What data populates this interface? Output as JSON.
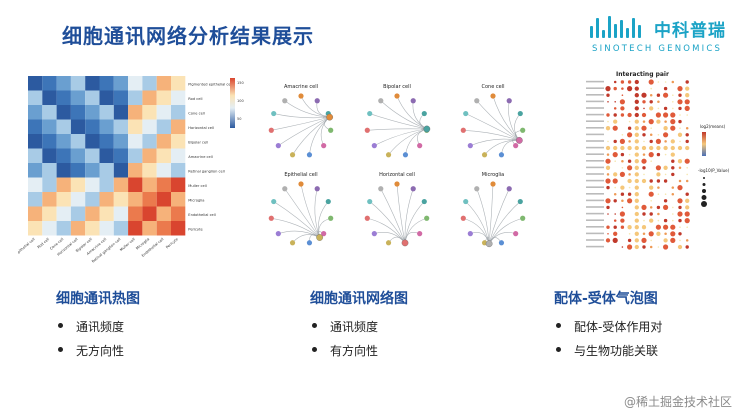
{
  "slide": {
    "title": "细胞通讯网络分析结果展示"
  },
  "logo": {
    "name_cn": "中科普瑞",
    "name_en": "SINOTECH GENOMICS",
    "color": "#1ba3c6"
  },
  "sections": [
    {
      "title": "细胞通讯热图",
      "bullets": [
        "通讯频度",
        "无方向性"
      ]
    },
    {
      "title": "细胞通讯网络图",
      "bullets": [
        "通讯频度",
        "有方向性"
      ]
    },
    {
      "title": "配体-受体气泡图",
      "bullets": [
        "配体-受体作用对",
        "与生物功能关联"
      ]
    }
  ],
  "heatmap": {
    "row_labels": [
      "Pigmented epithelial cell",
      "Rod cell",
      "Cone cell",
      "Horizontal cell",
      "Bipolar cell",
      "Amacrine cell",
      "Retinal ganglion cell",
      "Muller cell",
      "Microglia",
      "Endothelial cell",
      "Pericyte"
    ],
    "col_labels": [
      "epithelial cell",
      "Rod cell",
      "Cone cell",
      "Horizontal cell",
      "Bipolar cell",
      "Amacrine cell",
      "Retinal ganglion cell",
      "Muller cell",
      "Microglia",
      "Endothelial cell",
      "Pericyte"
    ],
    "legend_ticks": [
      "150",
      "100",
      "50"
    ]
  },
  "network": {
    "panels": [
      "Amacrine cell",
      "Bipolar cell",
      "Cone cell",
      "Epithelial cell",
      "Horizontal cell",
      "Microglia"
    ]
  },
  "bubble": {
    "title": "Interacting pair",
    "legend_title_1": "log2(means)",
    "legend_title_2": "-log10(P_Value)"
  },
  "watermark": "@稀土掘金技术社区"
}
